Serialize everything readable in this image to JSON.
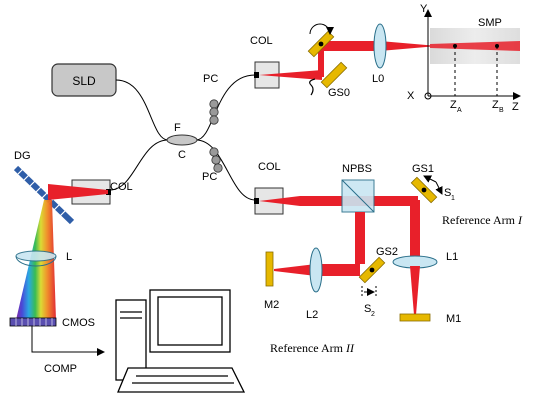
{
  "labels": {
    "sld": "SLD",
    "fc_f": "F",
    "fc_c": "C",
    "pc_top": "PC",
    "pc_bottom": "PC",
    "col_top": "COL",
    "col_mid": "COL",
    "col_left": "COL",
    "gs0": "GS0",
    "l0": "L0",
    "smp": "SMP",
    "axis_y": "Y",
    "axis_x": "X",
    "axis_z": "Z",
    "za_main": "Z",
    "za_sub": "A",
    "zb_main": "Z",
    "zb_sub": "B",
    "dg": "DG",
    "lens_l": "L",
    "cmos": "CMOS",
    "comp": "COMP",
    "npbs": "NPBS",
    "gs1": "GS1",
    "s1_main": "S",
    "s1_sub": "1",
    "ref_arm_1_text": "Reference Arm",
    "ref_arm_1_num": "I",
    "gs2": "GS2",
    "l1": "L1",
    "l2": "L2",
    "m1": "M1",
    "m2": "M2",
    "s2_main": "S",
    "s2_sub": "2",
    "ref_arm_2_text": "Reference Arm",
    "ref_arm_2_num": "II"
  },
  "colors": {
    "beam": "#e8202a",
    "mirror": "#e6b800",
    "mirror_edge": "#8a6d00",
    "lens": "#c9e6f2",
    "lens_edge": "#2a6f8a",
    "sld_box": "#c8c8c8",
    "grating": "#2f5ea8",
    "cmos": "#5a4fb0"
  }
}
